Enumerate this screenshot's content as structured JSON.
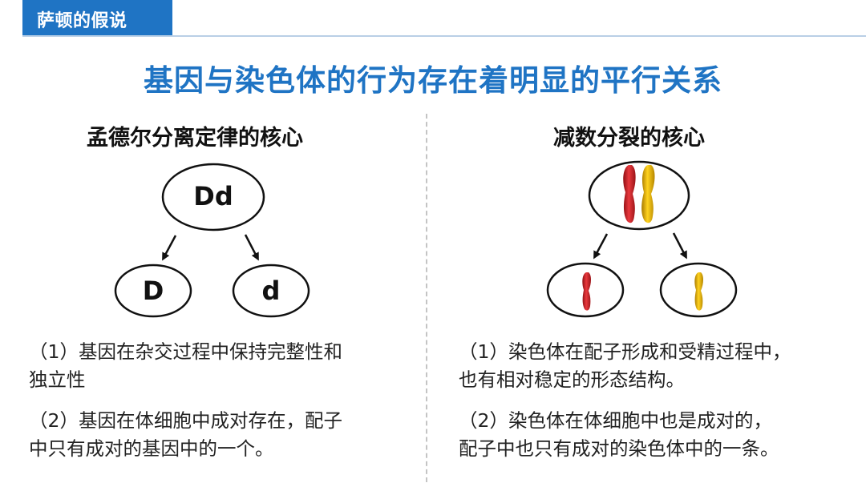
{
  "header": {
    "tab_label": "萨顿的假说"
  },
  "title": "基因与染色体的行为存在着明显的平行关系",
  "left": {
    "heading": "孟德尔分离定律的核心",
    "parent": "Dd",
    "child_left": "D",
    "child_right": "d",
    "para1_line1": "（1）基因在杂交过程中保持完整性和",
    "para1_line2": "独立性",
    "para2_line1": "（2）基因在体细胞中成对存在，配子",
    "para2_line2": "中只有成对的基因中的一个。"
  },
  "right": {
    "heading": "减数分裂的核心",
    "para1_line1": "（1）染色体在配子形成和受精过程中，",
    "para1_line2": "也有相对稳定的形态结构。",
    "para2_line1": "（2）染色体在体细胞中也是成对的，",
    "para2_line2": "配子中也只有成对的染色体中的一条。"
  },
  "colors": {
    "accent": "#1f74c4",
    "chromosome_red": "#d9252b",
    "chromosome_yellow": "#e9b400"
  }
}
